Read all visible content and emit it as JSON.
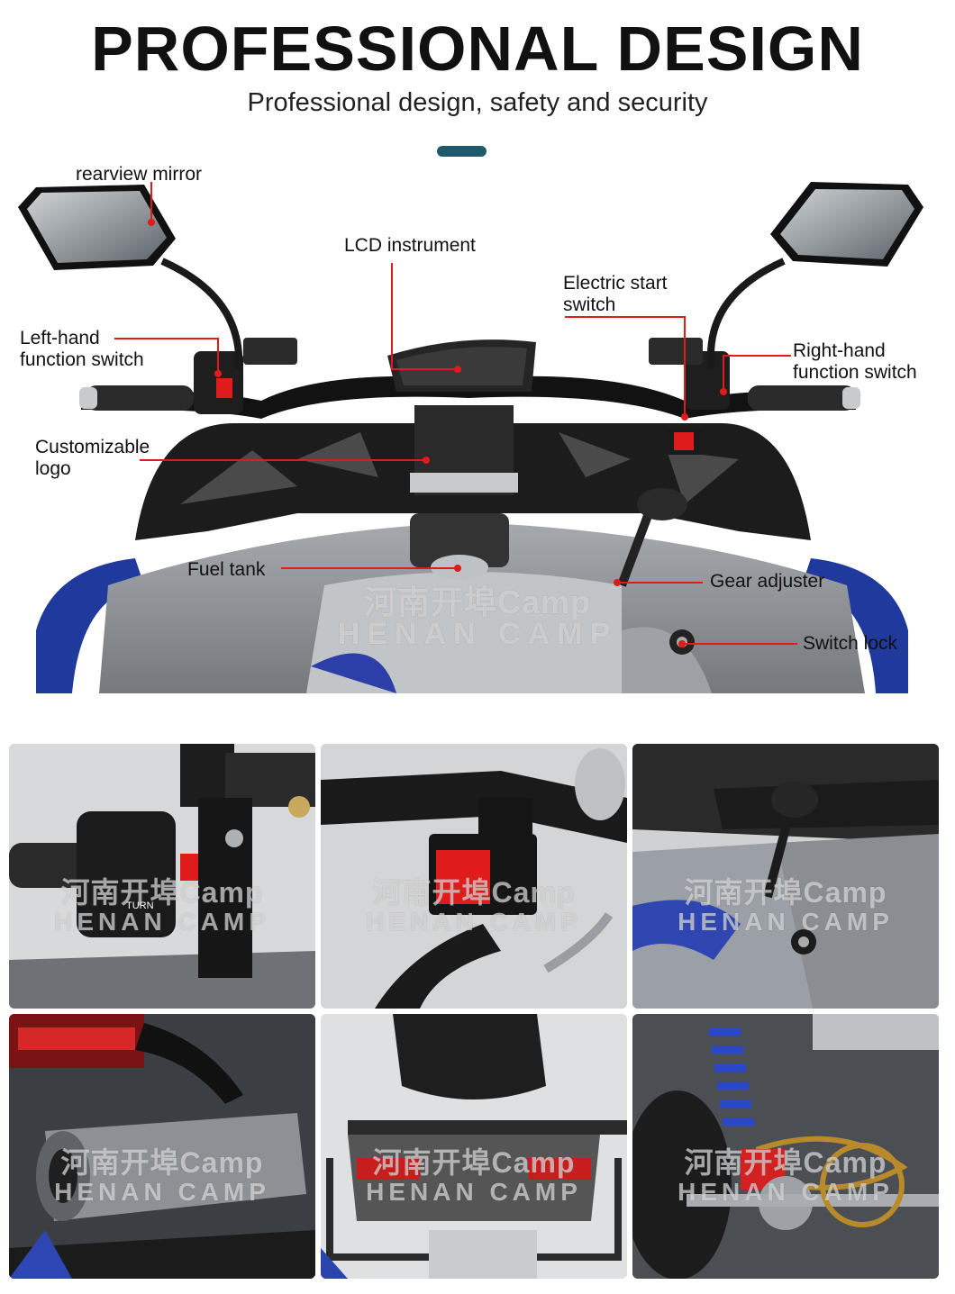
{
  "header": {
    "title": "PROFESSIONAL DESIGN",
    "subtitle": "Professional design, safety and security"
  },
  "colors": {
    "accent": "#1f5a6b",
    "callout_line": "#e01b1b",
    "frame_blue": "#1f3a9c",
    "body_gray": "#8c8f93"
  },
  "hero": {
    "callouts": {
      "rearview_mirror": "rearview mirror",
      "lcd_instrument": "LCD instrument",
      "electric_start_1": "Electric start",
      "electric_start_2": "switch",
      "left_hand_1": "Left-hand",
      "left_hand_2": "function switch",
      "right_hand_1": "Right-hand",
      "right_hand_2": "function switch",
      "custom_logo_1": "Customizable",
      "custom_logo_2": "logo",
      "fuel_tank": "Fuel tank",
      "gear_adjuster": "Gear adjuster",
      "switch_lock": "Switch lock"
    },
    "watermark_cn": "河南开埠Camp",
    "watermark_en": "HENAN CAMP"
  },
  "gallery": {
    "watermark_cn": "河南开埠Camp",
    "watermark_en": "HENAN CAMP",
    "tiles": [
      {
        "icon": "handlebar-switch-closeup",
        "switch_text": "TURN"
      },
      {
        "icon": "start-switch-closeup"
      },
      {
        "icon": "gear-lever-closeup"
      },
      {
        "icon": "exhaust-muffler-closeup"
      },
      {
        "icon": "rear-rack-closeup"
      },
      {
        "icon": "rear-suspension-chain-closeup"
      }
    ]
  }
}
